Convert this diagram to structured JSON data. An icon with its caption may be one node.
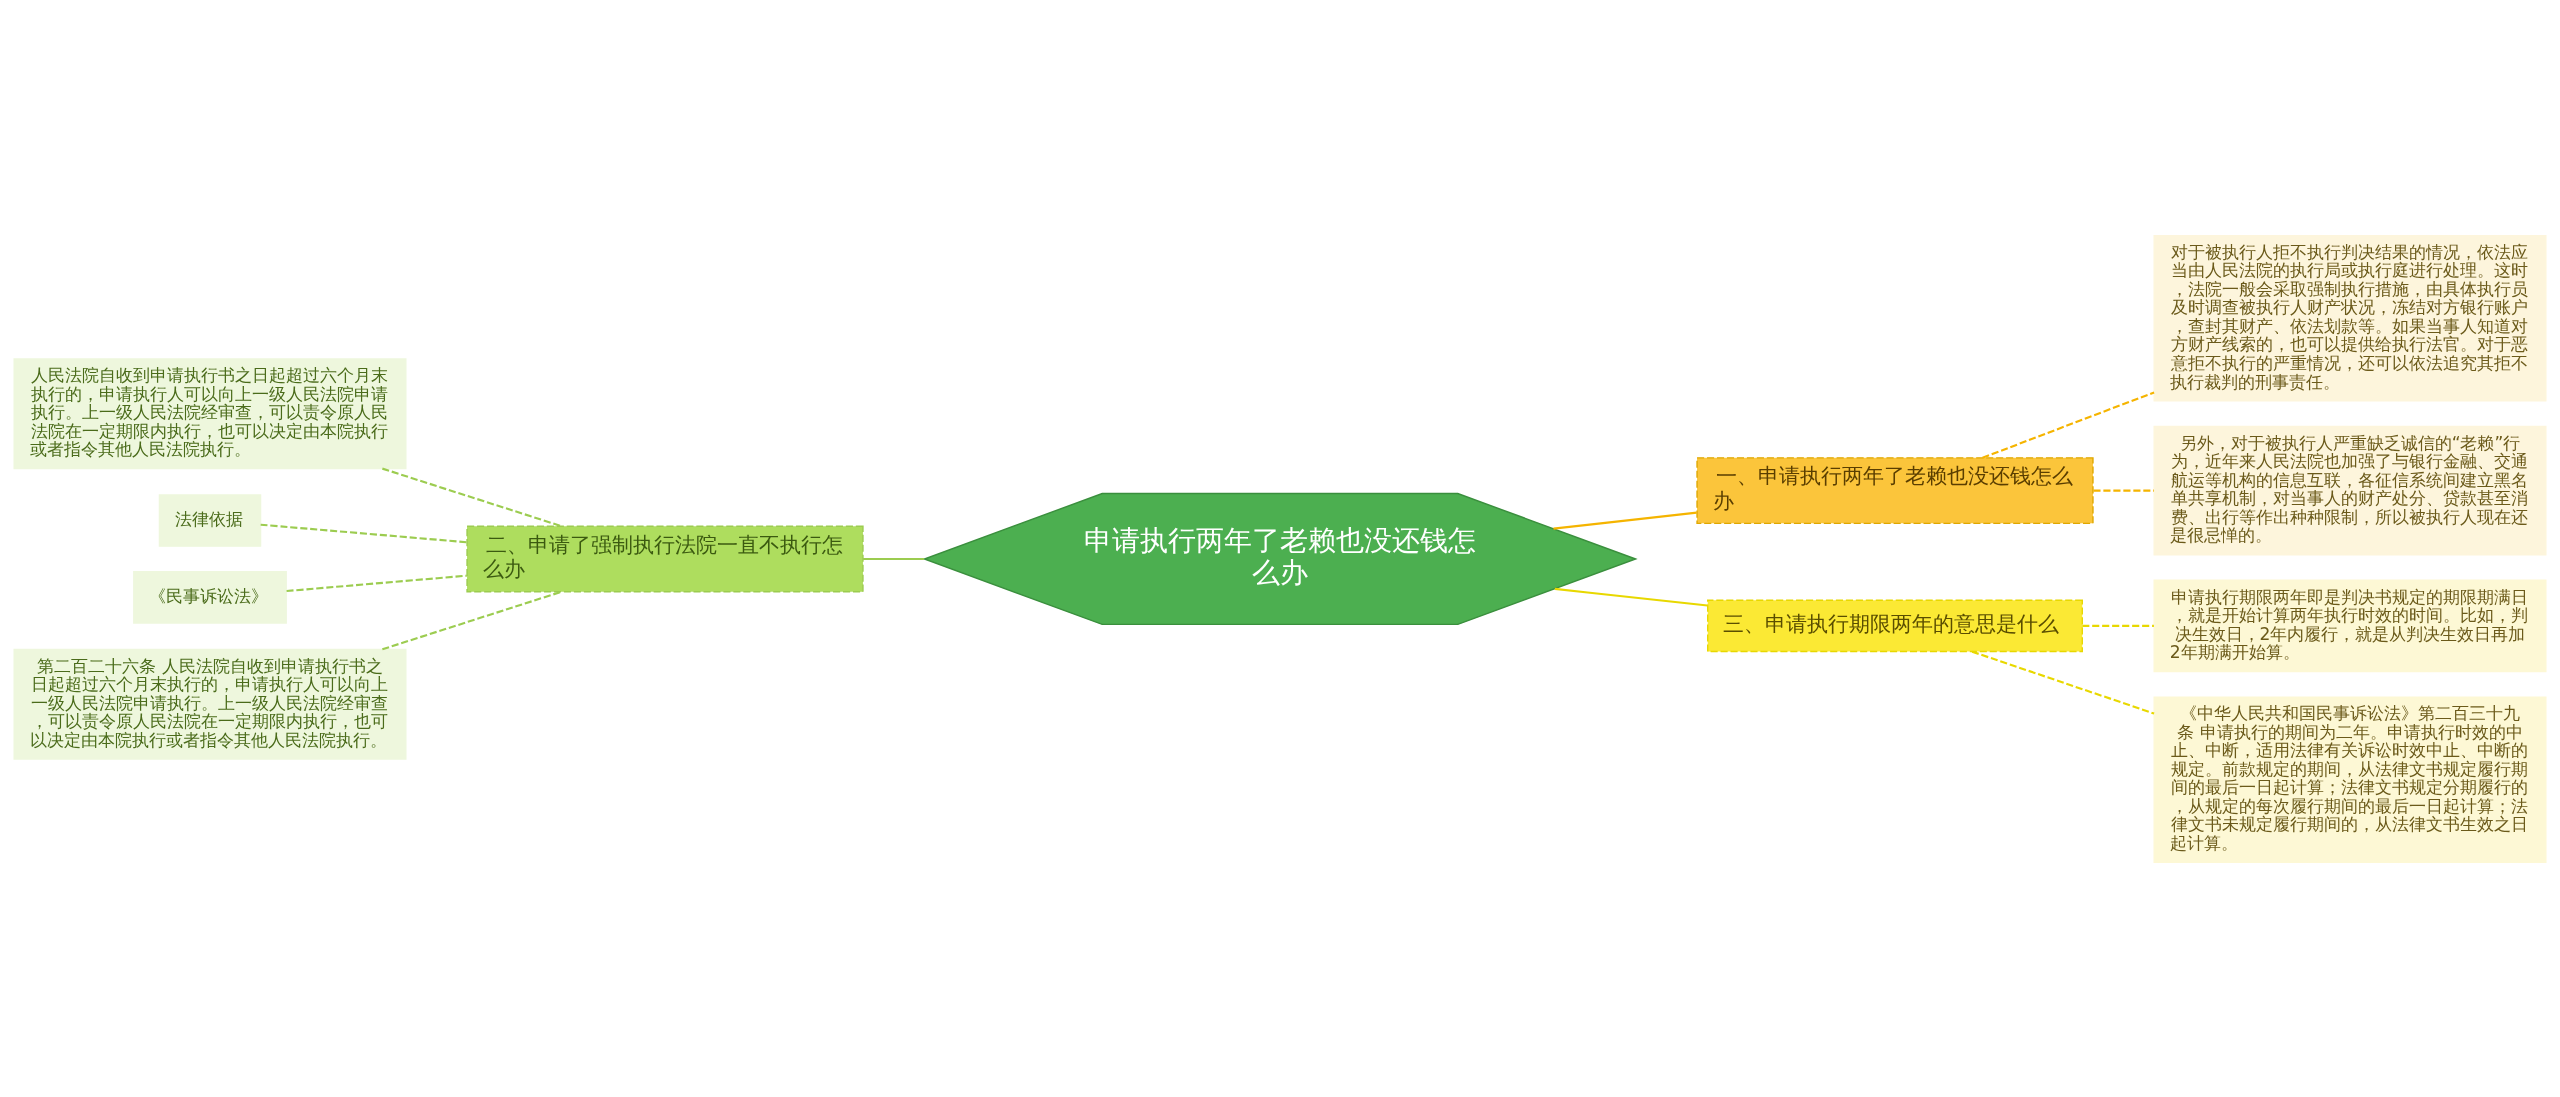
{
  "diagram": {
    "nodes": [
      {
        "text": [
          "申请执行两年了老赖也没还钱怎么办"
        ]
      },
      {
        "text": [
          "一、申请执行两年了老赖也没还钱怎么办"
        ]
      },
      {
        "text": [
          "对于被执行人拒不执行判决结果的情况，依法应当由人民法院的执行局或执行庭进行处理。这时，法院一般会采取强制执行措施，由具体执行员及时调查被执行人财产状况，冻结对方银行账户，查封其财产、依法划款等。如果当事人知道对方财产线索的，也可以提供给执行法官。对于恶意拒不执行的严重情况，还可以依法追究其拒不执行裁判的刑事责任。"
        ]
      },
      {
        "text": [
          "另外，对于被执行人严重缺乏诚信的“老赖”行为，近年来人民法院也加强了与银行金融、交通航运等机构的信息互联，各征信系统间建立黑名单共享机制，对当事人的财产处分、贷款甚至消费、出行等作出种种限制，所以被执行人现在还是很忌惮的。"
        ]
      },
      {
        "text": [
          "三、申请执行期限两年的意思是什么"
        ]
      },
      {
        "text": [
          "申请执行期限两年即是判决书规定的期限期满日，就是开始计算两年执行时效的时间。比如，判决生效日，2年内履行，就是从判决生效日再加2年期满开始算。"
        ]
      },
      {
        "text": [
          "《中华人民共和国民事诉讼法》第二百三十九条 申请执行的期间为二年。申请执行时效的中止、中断，适用法律有关诉讼时效中止、中断的规定。前款规定的期间，从法律文书规定履行期间的最后一日起计算；法律文书规定分期履行的，从规定的每次履行期间的最后一日起计算；法律文书未规定履行期间的，从法律文书生效之日起计算。"
        ]
      },
      {
        "text": [
          "二、申请了强制执行法院一直不执行怎么办"
        ]
      },
      {
        "text": [
          "人民法院自收到申请执行书之日起超过六个月末执行的，申请执行人可以向上一级人民法院申请执行。上一级人民法院经审查，可以责令原人民法院在一定期限内执行，也可以决定由本院执行或者指令其他人民法院执行。"
        ]
      },
      {
        "text": [
          "法律依据"
        ]
      },
      {
        "text": [
          "《民事诉讼法》"
        ]
      },
      {
        "text": [
          "第二百二十六条 人民法院自收到申请执行书之日起超过六个月末执行的，申请执行人可以向上一级人民法院申请执行。上一级人民法院经审查，可以责令原人民法院在一定期限内执行，也可以决定由本院执行或者指令其他人民法院执行。"
        ]
      }
    ],
    "edges": [
      {
        "from": 0,
        "to": 1,
        "arrow": "none",
        "color": "#f5b400"
      },
      {
        "from": 1,
        "to": 2,
        "arrow": "none",
        "style": "dashed",
        "color": "#f5b400"
      },
      {
        "from": 1,
        "to": 3,
        "arrow": "none",
        "style": "dashed",
        "color": "#f5b400"
      },
      {
        "from": 0,
        "to": 4,
        "arrow": "none",
        "color": "#e8d800"
      },
      {
        "from": 4,
        "to": 5,
        "arrow": "none",
        "style": "dashed",
        "color": "#e8d800"
      },
      {
        "from": 4,
        "to": 6,
        "arrow": "none",
        "style": "dashed",
        "color": "#e8d800"
      },
      {
        "from": 0,
        "to": 7,
        "arrow": "none",
        "color": "#9ccc50"
      },
      {
        "from": 7,
        "to": 8,
        "arrow": "none",
        "style": "dashed",
        "color": "#9ccc50"
      },
      {
        "from": 7,
        "to": 9,
        "arrow": "none",
        "style": "dashed",
        "color": "#9ccc50"
      },
      {
        "from": 7,
        "to": 10,
        "arrow": "none",
        "style": "dashed",
        "color": "#9ccc50"
      },
      {
        "from": 7,
        "to": 11,
        "arrow": "none",
        "style": "dashed",
        "color": "#9ccc50"
      }
    ]
  }
}
